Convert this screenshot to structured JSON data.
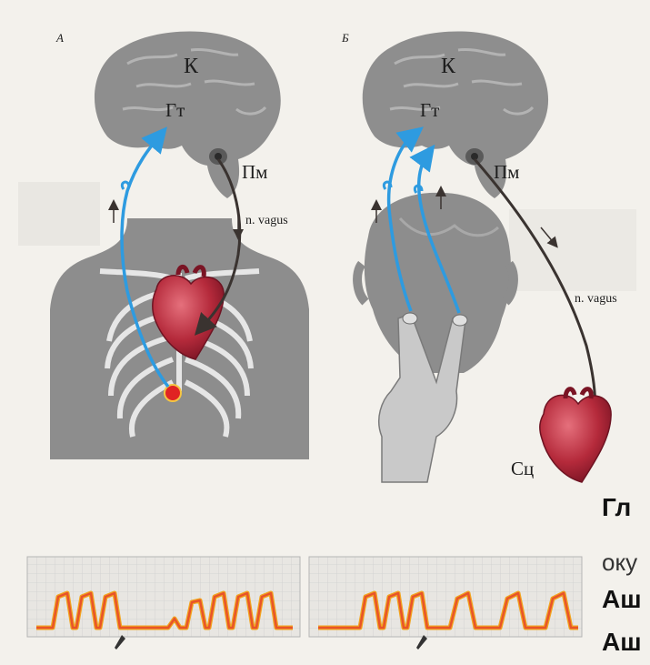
{
  "panels": {
    "a": {
      "letter": "А",
      "cortex": "К",
      "hypothalamus": "Гт",
      "medulla": "Пм",
      "nerve": "n. vagus"
    },
    "b": {
      "letter": "Б",
      "cortex": "К",
      "hypothalamus": "Гт",
      "medulla": "Пм",
      "nerve": "n. vagus",
      "heart": "Сц"
    }
  },
  "caption": {
    "line1": "Гл",
    "line2": "оку",
    "line3": "Аш",
    "line4": "Аш"
  },
  "colors": {
    "afferent": "#2e9be0",
    "efferent": "#3a3330",
    "heart": "#b0283a",
    "trace": "#e8542a",
    "silhouette": "#8d8d8d",
    "grid": "#c9c9c9"
  }
}
